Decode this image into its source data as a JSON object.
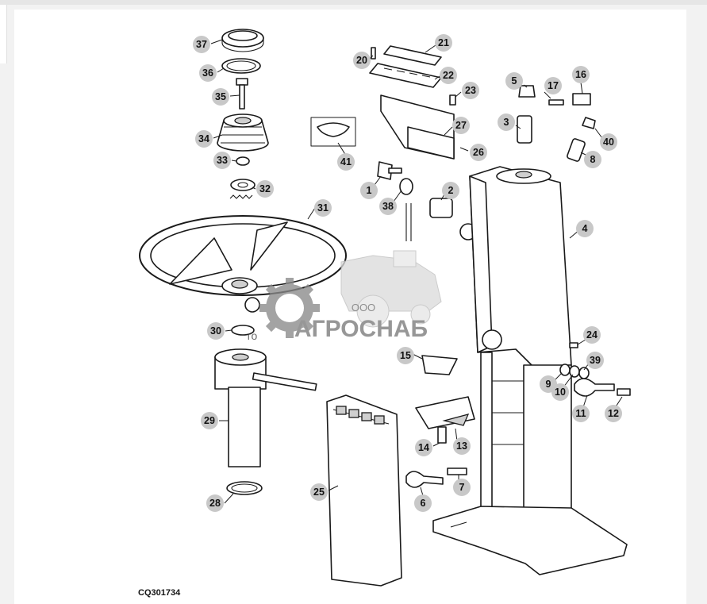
{
  "callouts": [
    {
      "label": "37"
    },
    {
      "label": "36"
    },
    {
      "label": "35"
    },
    {
      "label": "34"
    },
    {
      "label": "33"
    },
    {
      "label": "32"
    },
    {
      "label": "31"
    },
    {
      "label": "30"
    },
    {
      "label": "29"
    },
    {
      "label": "28"
    },
    {
      "label": "41"
    },
    {
      "label": "21"
    },
    {
      "label": "20"
    },
    {
      "label": "22"
    },
    {
      "label": "23"
    },
    {
      "label": "27"
    },
    {
      "label": "26"
    },
    {
      "label": "1"
    },
    {
      "label": "38"
    },
    {
      "label": "2"
    },
    {
      "label": "5"
    },
    {
      "label": "17"
    },
    {
      "label": "16"
    },
    {
      "label": "3"
    },
    {
      "label": "40"
    },
    {
      "label": "8"
    },
    {
      "label": "4"
    },
    {
      "label": "24"
    },
    {
      "label": "39"
    },
    {
      "label": "9"
    },
    {
      "label": "10"
    },
    {
      "label": "11"
    },
    {
      "label": "12"
    },
    {
      "label": "15"
    },
    {
      "label": "13"
    },
    {
      "label": "14"
    },
    {
      "label": "7"
    },
    {
      "label": "6"
    },
    {
      "label": "25"
    }
  ],
  "watermark": {
    "company_prefix": "ООО",
    "company_name": "АГРОСНАБ",
    "fragment": "го"
  },
  "figure_code": "CQ301734"
}
